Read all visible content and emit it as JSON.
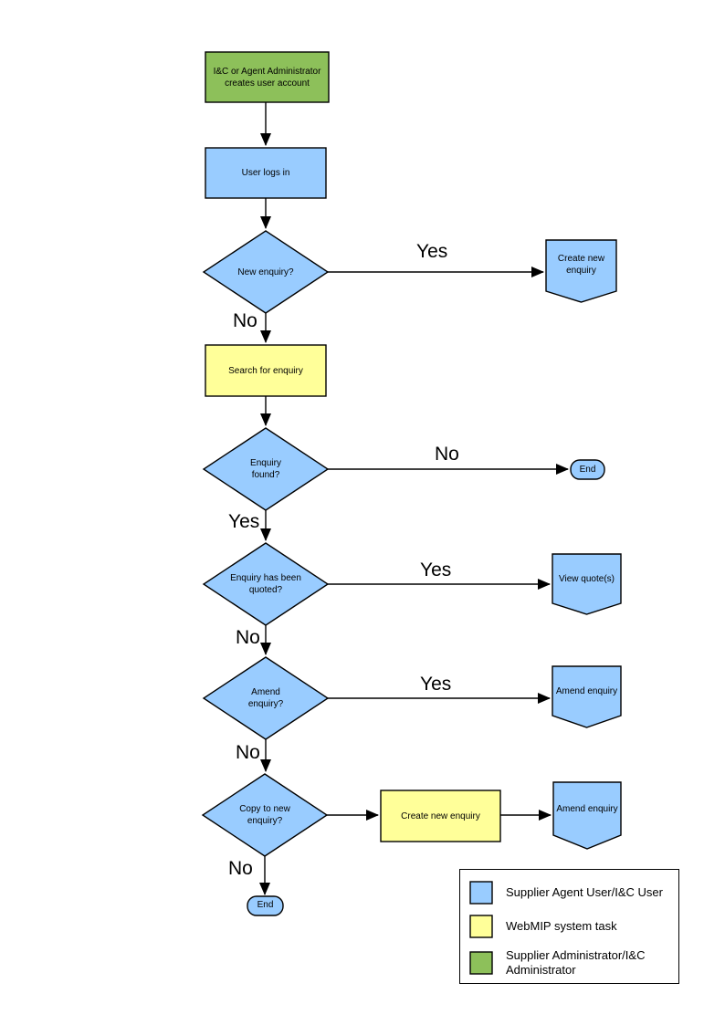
{
  "colors": {
    "user_blue": "#99CCFF",
    "system_yellow": "#FFFF99",
    "admin_green": "#8DC05A",
    "line": "#000000"
  },
  "nodes": {
    "create_account": {
      "label": "I&C or Agent Administrator creates user account",
      "shape": "process",
      "role": "admin"
    },
    "user_logs_in": {
      "label": "User logs in",
      "shape": "process",
      "role": "user"
    },
    "new_enquiry_q": {
      "label": "New enquiry?",
      "shape": "decision",
      "role": "user"
    },
    "create_new_enquiry_ref": {
      "label": "Create new enquiry",
      "shape": "off-page",
      "role": "user"
    },
    "search_for_enquiry": {
      "label": "Search for enquiry",
      "shape": "process",
      "role": "system"
    },
    "enquiry_found_q": {
      "label": "Enquiry found?",
      "shape": "decision",
      "role": "user"
    },
    "end_right": {
      "label": "End",
      "shape": "terminator",
      "role": "user"
    },
    "enquiry_quoted_q": {
      "label": "Enquiry has been quoted?",
      "shape": "decision",
      "role": "user"
    },
    "view_quotes_ref": {
      "label": "View quote(s)",
      "shape": "off-page",
      "role": "user"
    },
    "amend_enquiry_q": {
      "label": "Amend enquiry?",
      "shape": "decision",
      "role": "user"
    },
    "amend_enquiry_ref": {
      "label": "Amend enquiry",
      "shape": "off-page",
      "role": "user"
    },
    "copy_to_new_q": {
      "label": "Copy to new enquiry?",
      "shape": "decision",
      "role": "user"
    },
    "create_new_enquiry_task": {
      "label": "Create new enquiry",
      "shape": "process",
      "role": "system"
    },
    "amend_enquiry_ref2": {
      "label": "Amend enquiry",
      "shape": "off-page",
      "role": "user"
    },
    "end_bottom": {
      "label": "End",
      "shape": "terminator",
      "role": "user"
    }
  },
  "edges": {
    "new_enquiry_yes": "Yes",
    "new_enquiry_no": "No",
    "enquiry_found_no": "No",
    "enquiry_found_yes": "Yes",
    "quoted_yes": "Yes",
    "quoted_no": "No",
    "amend_yes": "Yes",
    "amend_no": "No",
    "copy_no": "No"
  },
  "legend": {
    "items": [
      {
        "label": "Supplier Agent User/I&C User"
      },
      {
        "label": "WebMIP system task"
      },
      {
        "label": "Supplier Administrator/I&C Administrator"
      }
    ]
  }
}
